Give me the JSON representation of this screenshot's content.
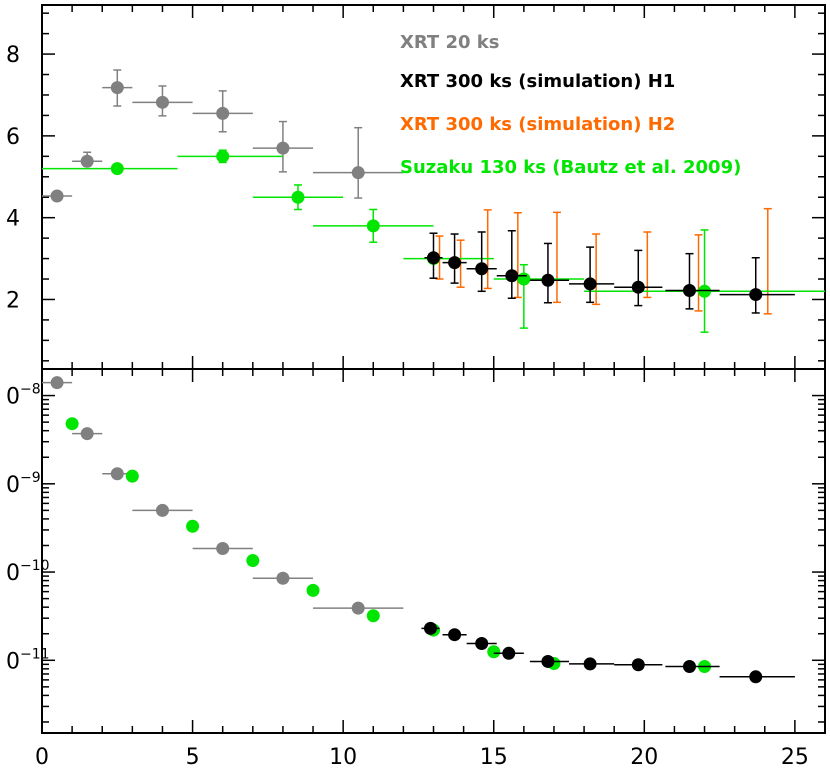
{
  "chart_data": [
    {
      "type": "scatter",
      "panel": "top",
      "xlim": [
        0,
        26
      ],
      "ylim": [
        0.3,
        9.2
      ],
      "yscale": "linear",
      "yticks": [
        2,
        4,
        6,
        8
      ],
      "ytick_labels": [
        "2",
        "4",
        "6",
        "8"
      ],
      "legend": {
        "placement": "top-right",
        "entries": [
          {
            "label": "XRT 20 ks",
            "color": "#808080"
          },
          {
            "label": "XRT 300 ks (simulation) H1",
            "color": "#000000"
          },
          {
            "label": "XRT 300 ks (simulation) H2",
            "color": "#ff6a00"
          },
          {
            "label": "Suzaku 130 ks (Bautz et al. 2009)",
            "color": "#00e600"
          }
        ]
      },
      "series": [
        {
          "color": "#808080",
          "marker": true,
          "points": [
            {
              "x": 0.5,
              "y": 4.53,
              "xerr": [
                0.5,
                0.5
              ],
              "yerr": [
                0,
                0
              ]
            },
            {
              "x": 1.5,
              "y": 5.38,
              "xerr": [
                0.5,
                0.5
              ],
              "yerr": [
                0.12,
                0.22
              ]
            },
            {
              "x": 2.5,
              "y": 7.18,
              "xerr": [
                0.5,
                0.5
              ],
              "yerr": [
                0.45,
                0.43
              ]
            },
            {
              "x": 4.0,
              "y": 6.82,
              "xerr": [
                1.0,
                1.0
              ],
              "yerr": [
                0.33,
                0.4
              ]
            },
            {
              "x": 6.0,
              "y": 6.55,
              "xerr": [
                1.0,
                1.0
              ],
              "yerr": [
                0.45,
                0.55
              ]
            },
            {
              "x": 8.0,
              "y": 5.7,
              "xerr": [
                1.0,
                1.0
              ],
              "yerr": [
                0.58,
                0.65
              ]
            },
            {
              "x": 10.5,
              "y": 5.1,
              "xerr": [
                1.5,
                1.5
              ],
              "yerr": [
                0.62,
                1.1
              ]
            }
          ]
        },
        {
          "color": "#ff6a00",
          "marker": false,
          "points": [
            {
              "x": 13.2,
              "y": 2.95,
              "xerr": [
                0,
                0
              ],
              "yerr": [
                0.45,
                0.6
              ]
            },
            {
              "x": 13.9,
              "y": 2.85,
              "xerr": [
                0,
                0
              ],
              "yerr": [
                0.55,
                0.6
              ]
            },
            {
              "x": 14.8,
              "y": 2.72,
              "xerr": [
                0,
                0
              ],
              "yerr": [
                0.45,
                1.47
              ]
            },
            {
              "x": 15.8,
              "y": 2.55,
              "xerr": [
                0,
                0
              ],
              "yerr": [
                0.5,
                1.57
              ]
            },
            {
              "x": 17.1,
              "y": 2.45,
              "xerr": [
                0,
                0
              ],
              "yerr": [
                0.52,
                1.68
              ]
            },
            {
              "x": 18.4,
              "y": 2.38,
              "xerr": [
                0,
                0
              ],
              "yerr": [
                0.5,
                1.22
              ]
            },
            {
              "x": 20.1,
              "y": 2.3,
              "xerr": [
                0,
                0
              ],
              "yerr": [
                0.25,
                1.35
              ]
            },
            {
              "x": 21.8,
              "y": 2.22,
              "xerr": [
                0,
                0
              ],
              "yerr": [
                0.5,
                1.36
              ]
            },
            {
              "x": 24.1,
              "y": 2.12,
              "xerr": [
                0,
                0
              ],
              "yerr": [
                0.47,
                2.1
              ]
            }
          ]
        },
        {
          "color": "#00e600",
          "marker": true,
          "points": [
            {
              "x": 2.5,
              "y": 5.2,
              "xerr": [
                2.5,
                2.0
              ],
              "yerr": [
                0,
                0
              ]
            },
            {
              "x": 6.0,
              "y": 5.5,
              "xerr": [
                1.5,
                2.0
              ],
              "yerr": [
                0.15,
                0.15
              ]
            },
            {
              "x": 8.5,
              "y": 4.5,
              "xerr": [
                1.5,
                1.5
              ],
              "yerr": [
                0.3,
                0.3
              ]
            },
            {
              "x": 11.0,
              "y": 3.8,
              "xerr": [
                2.0,
                2.0
              ],
              "yerr": [
                0.4,
                0.4
              ]
            },
            {
              "x": 13.0,
              "y": 3.0,
              "xerr": [
                1.0,
                2.0
              ],
              "yerr": [
                0,
                0
              ]
            },
            {
              "x": 16.0,
              "y": 2.5,
              "xerr": [
                1.0,
                2.0
              ],
              "yerr": [
                1.2,
                0.35
              ]
            },
            {
              "x": 22.0,
              "y": 2.2,
              "xerr": [
                4.0,
                4.0
              ],
              "yerr": [
                1.0,
                1.5
              ]
            }
          ]
        },
        {
          "color": "#000000",
          "marker": true,
          "points": [
            {
              "x": 13.0,
              "y": 3.02,
              "xerr": [
                0.3,
                0.3
              ],
              "yerr": [
                0.5,
                0.6
              ]
            },
            {
              "x": 13.7,
              "y": 2.9,
              "xerr": [
                0.4,
                0.4
              ],
              "yerr": [
                0.5,
                0.7
              ]
            },
            {
              "x": 14.6,
              "y": 2.75,
              "xerr": [
                0.5,
                0.5
              ],
              "yerr": [
                0.55,
                0.9
              ]
            },
            {
              "x": 15.6,
              "y": 2.58,
              "xerr": [
                0.5,
                0.5
              ],
              "yerr": [
                0.55,
                1.1
              ]
            },
            {
              "x": 16.8,
              "y": 2.47,
              "xerr": [
                0.6,
                0.7
              ],
              "yerr": [
                0.55,
                0.9
              ]
            },
            {
              "x": 18.2,
              "y": 2.38,
              "xerr": [
                0.7,
                0.8
              ],
              "yerr": [
                0.45,
                0.9
              ]
            },
            {
              "x": 19.8,
              "y": 2.3,
              "xerr": [
                0.8,
                0.8
              ],
              "yerr": [
                0.45,
                0.9
              ]
            },
            {
              "x": 21.5,
              "y": 2.22,
              "xerr": [
                0.8,
                1.0
              ],
              "yerr": [
                0.45,
                0.9
              ]
            },
            {
              "x": 23.7,
              "y": 2.12,
              "xerr": [
                1.2,
                1.3
              ],
              "yerr": [
                0.45,
                0.9
              ]
            }
          ]
        }
      ]
    },
    {
      "type": "scatter",
      "panel": "bottom",
      "xlim": [
        0,
        26
      ],
      "xticks": [
        0,
        5,
        10,
        15,
        20,
        25
      ],
      "xtick_labels": [
        "0",
        "5",
        "10",
        "15",
        "20",
        "25"
      ],
      "yscale": "log",
      "ylim": [
        1.5e-12,
        2e-08
      ],
      "yticks": [
        1e-08,
        1e-09,
        1e-10,
        1e-11
      ],
      "ytick_labels": [
        "0",
        "0",
        "0",
        "0"
      ],
      "ytick_exponents": [
        "−8",
        "−9",
        "−10",
        "−11"
      ],
      "series": [
        {
          "color": "#808080",
          "marker": true,
          "points": [
            {
              "x": 0.5,
              "y": 1.4e-08,
              "xerr": [
                0.5,
                0.5
              ]
            },
            {
              "x": 1.5,
              "y": 3.7e-09,
              "xerr": [
                0.5,
                0.5
              ]
            },
            {
              "x": 2.5,
              "y": 1.3e-09,
              "xerr": [
                0.5,
                0.5
              ]
            },
            {
              "x": 4.0,
              "y": 5e-10,
              "xerr": [
                1.0,
                1.0
              ]
            },
            {
              "x": 6.0,
              "y": 1.85e-10,
              "xerr": [
                1.0,
                1.0
              ]
            },
            {
              "x": 8.0,
              "y": 8.5e-11,
              "xerr": [
                1.0,
                1.0
              ]
            },
            {
              "x": 10.5,
              "y": 3.9e-11,
              "xerr": [
                1.5,
                1.5
              ]
            }
          ]
        },
        {
          "color": "#00e600",
          "marker": true,
          "points": [
            {
              "x": 1.0,
              "y": 4.8e-09
            },
            {
              "x": 3.0,
              "y": 1.22e-09
            },
            {
              "x": 5.0,
              "y": 3.3e-10
            },
            {
              "x": 7.0,
              "y": 1.35e-10
            },
            {
              "x": 9.0,
              "y": 6.2e-11
            },
            {
              "x": 11.0,
              "y": 3.2e-11
            },
            {
              "x": 13.0,
              "y": 2.2e-11
            },
            {
              "x": 15.0,
              "y": 1.25e-11
            },
            {
              "x": 17.0,
              "y": 9.2e-12
            },
            {
              "x": 22.0,
              "y": 8.5e-12
            }
          ]
        },
        {
          "color": "#000000",
          "marker": true,
          "points": [
            {
              "x": 12.9,
              "y": 2.3e-11,
              "xerr": [
                0.3,
                0.3
              ]
            },
            {
              "x": 13.7,
              "y": 1.95e-11,
              "xerr": [
                0.4,
                0.4
              ]
            },
            {
              "x": 14.6,
              "y": 1.55e-11,
              "xerr": [
                0.5,
                0.5
              ]
            },
            {
              "x": 15.5,
              "y": 1.2e-11,
              "xerr": [
                0.5,
                0.5
              ]
            },
            {
              "x": 16.8,
              "y": 9.7e-12,
              "xerr": [
                0.6,
                0.7
              ]
            },
            {
              "x": 18.2,
              "y": 9.1e-12,
              "xerr": [
                0.7,
                0.8
              ]
            },
            {
              "x": 19.8,
              "y": 8.9e-12,
              "xerr": [
                0.8,
                0.8
              ]
            },
            {
              "x": 21.5,
              "y": 8.5e-12,
              "xerr": [
                0.8,
                1.0
              ]
            },
            {
              "x": 23.7,
              "y": 6.5e-12,
              "xerr": [
                1.2,
                1.3
              ]
            }
          ]
        }
      ]
    }
  ]
}
